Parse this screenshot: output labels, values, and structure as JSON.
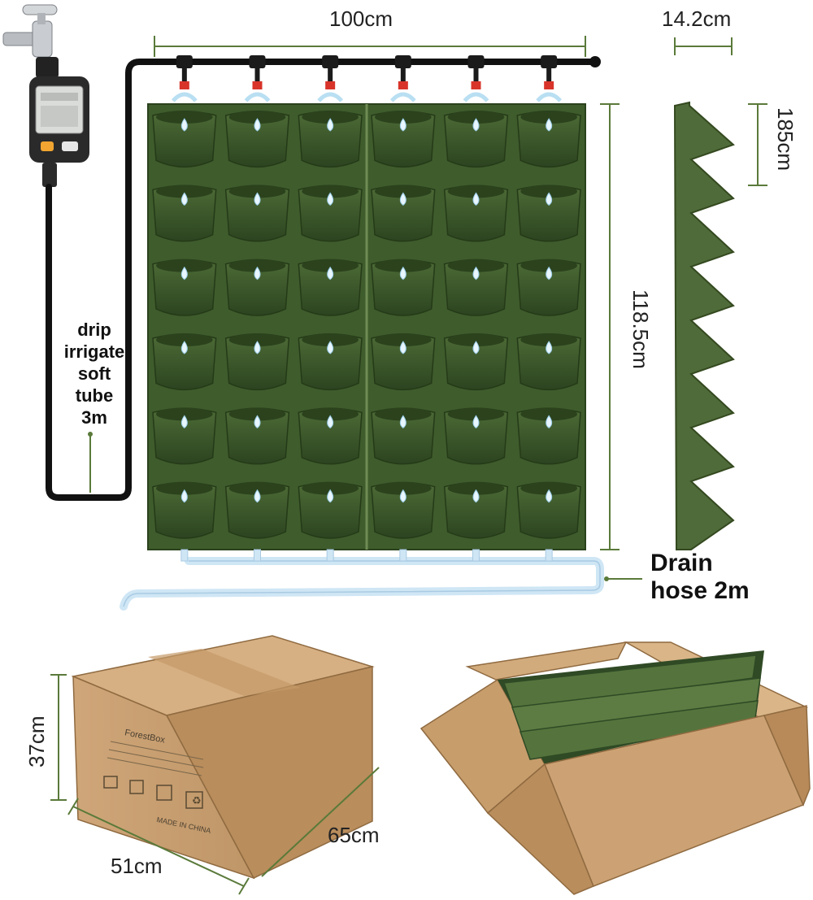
{
  "dimensions": {
    "panel_width": "100cm",
    "side_depth": "14.2cm",
    "pocket_height": "185cm",
    "panel_height": "118.5cm",
    "box_height": "37cm",
    "box_length": "65cm",
    "box_width": "51cm"
  },
  "labels": {
    "tube": [
      "drip",
      "irrigate",
      "soft",
      "tube",
      "3m"
    ],
    "drain": [
      "Drain",
      "hose 2m"
    ]
  },
  "box_print": {
    "brand": "ForestBox",
    "made_in": "MADE IN CHINA"
  },
  "planter": {
    "rows": 6,
    "cols": 6
  },
  "colors": {
    "planter": "#3d5a2a",
    "planter_dark": "#2e4620",
    "cardboard": "#c9a274",
    "tube": "#111111",
    "drain": "#cfe6f5",
    "dim_line": "#5a7a3a",
    "drop": "#dff3ff"
  },
  "icons": [
    "water-tap-icon",
    "timer-icon",
    "water-drop-icon",
    "recycle-icon",
    "umbrella-icon",
    "this-side-up-icon"
  ]
}
